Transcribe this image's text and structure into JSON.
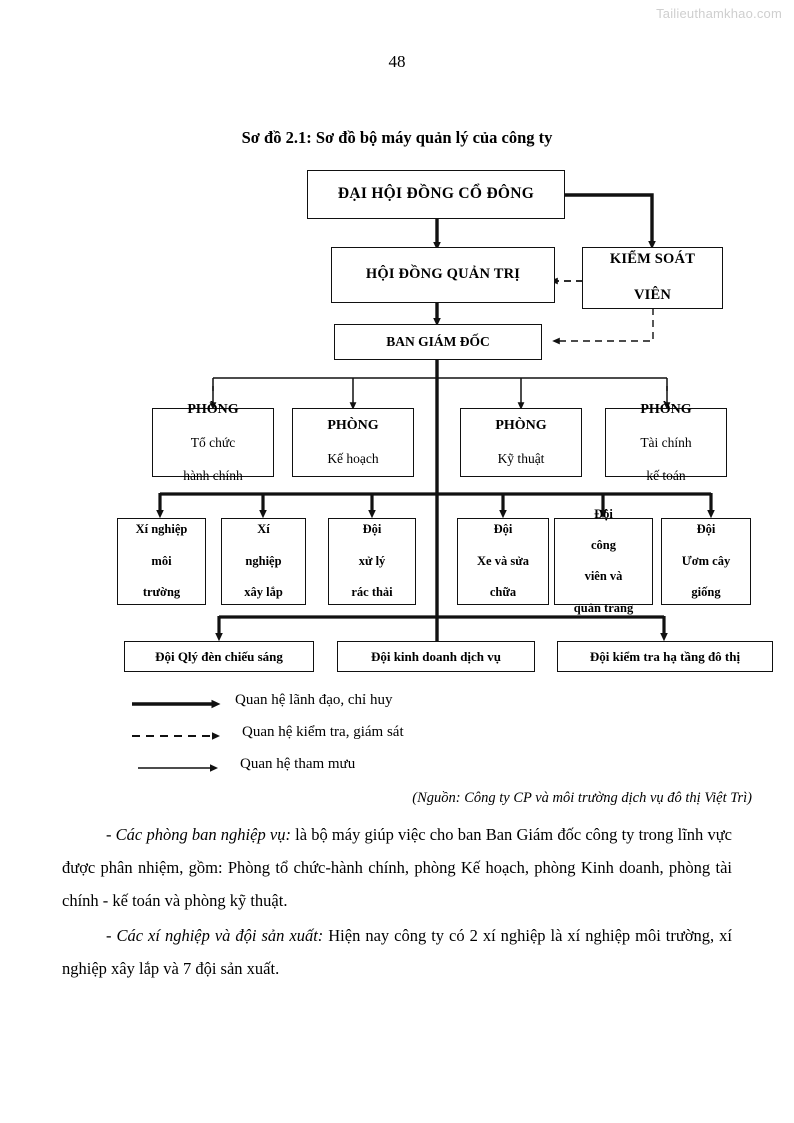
{
  "watermark": "Tailieuthamkhao.com",
  "page_number": "48",
  "figure": {
    "title": "Sơ đồ 2.1: Sơ đồ bộ máy quản lý của công ty",
    "source": "(Nguồn: Công ty CP và môi trường dịch vụ đô thị Việt Trì)"
  },
  "org_chart": {
    "type": "diagram",
    "level1": {
      "label": "ĐẠI HỘI ĐỒNG CỔ ĐÔNG"
    },
    "level2": {
      "label": "HỘI ĐỒNG QUẢN TRỊ"
    },
    "supervisor": {
      "line1": "KIỂM SOÁT",
      "line2": "VIÊN"
    },
    "level3": {
      "label": "BAN GIÁM ĐỐC"
    },
    "departments": [
      {
        "head": "PHÒNG",
        "line1": "Tổ chức",
        "line2": "hành chính"
      },
      {
        "head": "PHÒNG",
        "line1": "Kế hoạch",
        "line2": ""
      },
      {
        "head": "PHÒNG",
        "line1": "Kỹ thuật",
        "line2": ""
      },
      {
        "head": "PHÒNG",
        "line1": "Tài chính",
        "line2": "kế toán"
      }
    ],
    "units": [
      {
        "line1": "Xí nghiệp",
        "line2": "môi",
        "line3": "trường",
        "line4": ""
      },
      {
        "line1": "Xí",
        "line2": "nghiệp",
        "line3": "xây lắp",
        "line4": ""
      },
      {
        "line1": "Đội",
        "line2": "xử lý",
        "line3": "rác thải",
        "line4": ""
      },
      {
        "line1": "Đội",
        "line2": "Xe và sửa",
        "line3": "chữa",
        "line4": ""
      },
      {
        "line1": "Đội",
        "line2": "công",
        "line3": "viên và",
        "line4": "quản trang"
      },
      {
        "line1": "Đội",
        "line2": "Ươm cây",
        "line3": "giống",
        "line4": ""
      }
    ],
    "teams": [
      {
        "label": "Đội Qlý đèn chiếu sáng"
      },
      {
        "label": "Đội kinh doanh dịch vụ"
      },
      {
        "label": "Đội kiểm tra hạ tầng đô thị"
      }
    ],
    "legend": [
      {
        "style": "thick-solid",
        "label": "Quan hệ lãnh đạo, chỉ huy"
      },
      {
        "style": "dashed",
        "label": "Quan hệ kiểm tra, giám sát"
      },
      {
        "style": "thin-solid",
        "label": "Quan hệ tham mưu"
      }
    ]
  },
  "body": {
    "p1_lead": "- Các phòng ban nghiệp vụ:",
    "p1_rest": " là bộ máy giúp việc cho ban Ban Giám đốc công ty trong lĩnh vực được phân nhiệm, gồm: Phòng tổ chức-hành chính, phòng Kế hoạch, phòng Kinh doanh, phòng tài chính - kế toán và phòng kỹ thuật.",
    "p2_lead": "- Các xí nghiệp và đội sản xuất:",
    "p2_rest": " Hiện nay công ty có 2 xí nghiệp là xí nghiệp môi trường, xí nghiệp xây lắp và 7 đội sản xuất."
  }
}
